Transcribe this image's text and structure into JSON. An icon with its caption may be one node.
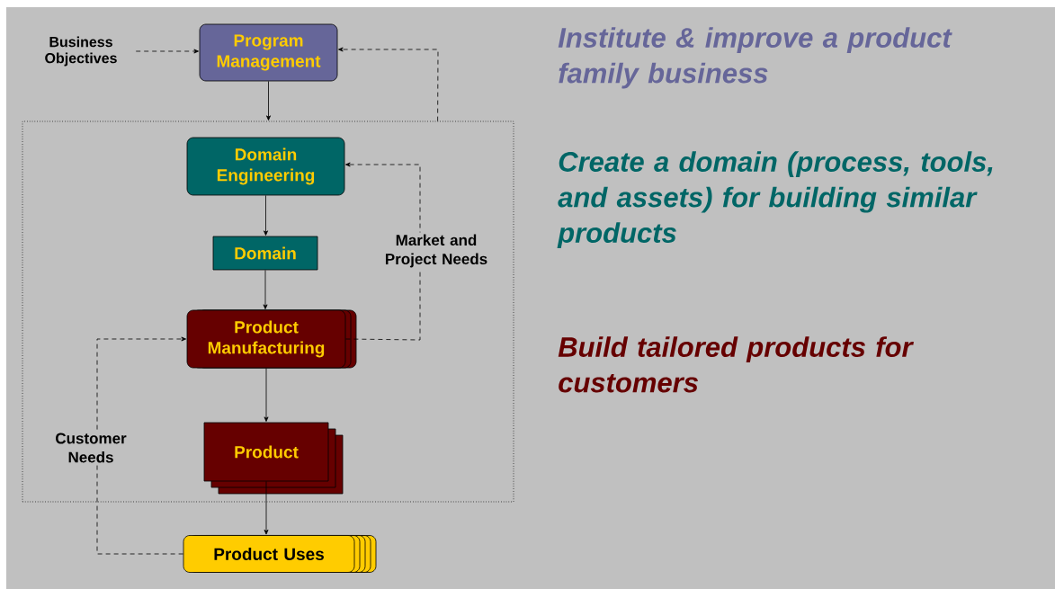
{
  "diagram": {
    "nodes": [
      {
        "text": [
          "Business Objectives"
        ]
      },
      {
        "text": [
          "Program Management"
        ]
      },
      {
        "text": [],
        "shape": "box"
      },
      {
        "text": [
          "Domain Engineering"
        ],
        "in": 2
      },
      {
        "text": [
          "Domain"
        ],
        "in": 2
      },
      {
        "text": [
          "Product Manufacturing"
        ],
        "in": 2
      },
      {
        "text": [
          "Product"
        ],
        "in": 2
      },
      {
        "text": [
          "Product Uses"
        ]
      }
    ],
    "edges": [
      {
        "from": 0,
        "to": 1,
        "arrow": "to",
        "style": "dashed"
      },
      {
        "from": 1,
        "to": 2,
        "arrow": "to"
      },
      {
        "from": 2,
        "to": 1,
        "arrow": "to",
        "style": "dashed"
      },
      {
        "from": 3,
        "to": 4,
        "arrow": "to"
      },
      {
        "from": 5,
        "to": 3,
        "arrow": "to",
        "style": "dashed",
        "label": "Market and Project Needs"
      },
      {
        "from": 4,
        "to": 5,
        "arrow": "to"
      },
      {
        "from": 7,
        "to": 5,
        "arrow": "to",
        "style": "dashed",
        "label": "Customer Needs"
      },
      {
        "from": 5,
        "to": 6,
        "arrow": "to"
      },
      {
        "from": 6,
        "to": 7,
        "arrow": "to"
      }
    ],
    "labels": [
      "Institute & improve a product family business",
      "Create a domain (process, tools, and assets) for building similar products",
      "Build tailored products for customers"
    ]
  }
}
